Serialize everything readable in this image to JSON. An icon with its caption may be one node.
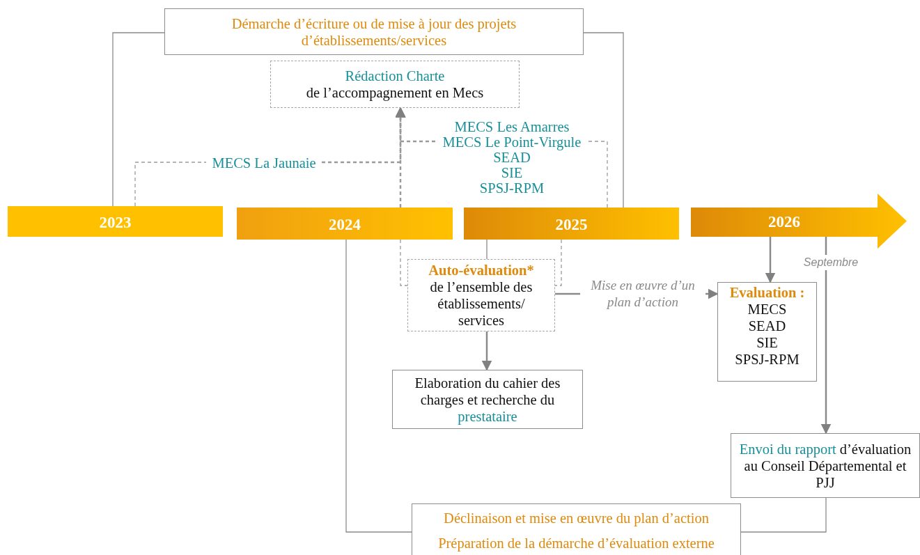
{
  "diagram": {
    "nodes": [
      {
        "text": [
          "Démarche d’écriture ou de mise à jour des projets d’établissements/services"
        ]
      },
      {
        "text": [
          "Rédaction Charte",
          "de l’accompagnement en Mecs"
        ]
      },
      {
        "text": [
          "MECS La Jaunaie"
        ]
      },
      {
        "text": [
          "MECS Les Amarres",
          "MECS Le Point-Virgule",
          "SEAD",
          "SIE",
          "SPSJ-RPM"
        ]
      },
      {
        "text": [
          "2023"
        ]
      },
      {
        "text": [
          "2024"
        ]
      },
      {
        "text": [
          "2025"
        ]
      },
      {
        "text": [
          "2026"
        ]
      },
      {
        "text": [
          "Auto-évaluation*",
          "de l’ensemble des établissements/ services"
        ]
      },
      {
        "text": [
          "Evaluation :",
          "MECS",
          "SEAD",
          "SIE",
          "SPSJ-RPM"
        ]
      },
      {
        "text": [
          "Elaboration du cahier des charges et recherche du",
          "prestataire"
        ]
      },
      {
        "text": [
          "Envoi du rapport",
          "d’évaluation au Conseil Départemental et PJJ"
        ]
      },
      {
        "text": [
          "Déclinaison et mise en œuvre du plan d’action",
          "Préparation de la démarche d’évaluation externe"
        ]
      }
    ],
    "edges": [
      {
        "from": 4,
        "to": 0,
        "arrow": "none"
      },
      {
        "from": 6,
        "to": 0,
        "arrow": "none"
      },
      {
        "from": 4,
        "to": 2,
        "arrow": "none",
        "style": "dashed"
      },
      {
        "from": 2,
        "to": 1,
        "arrow": "to",
        "style": "dashed"
      },
      {
        "from": 5,
        "to": 1,
        "arrow": "to",
        "style": "dashed"
      },
      {
        "from": 6,
        "to": 3,
        "arrow": "none",
        "style": "dashed"
      },
      {
        "from": 3,
        "to": 1,
        "arrow": "to",
        "style": "dashed"
      },
      {
        "from": 5,
        "to": 8,
        "arrow": "none",
        "style": "dashed"
      },
      {
        "from": 6,
        "to": 8,
        "arrow": "none",
        "style": "dashed"
      },
      {
        "from": 6,
        "to": 8,
        "arrow": "none"
      },
      {
        "from": 8,
        "to": 10,
        "arrow": "to"
      },
      {
        "from": 8,
        "to": 9,
        "arrow": "to",
        "label": "Mise en œuvre d’un plan d’action"
      },
      {
        "from": 7,
        "to": 9,
        "arrow": "to"
      },
      {
        "from": 7,
        "to": 11,
        "arrow": "to",
        "label": "Septembre"
      },
      {
        "from": 11,
        "to": 12,
        "arrow": "none"
      },
      {
        "from": 5,
        "to": 12,
        "arrow": "none"
      }
    ]
  }
}
